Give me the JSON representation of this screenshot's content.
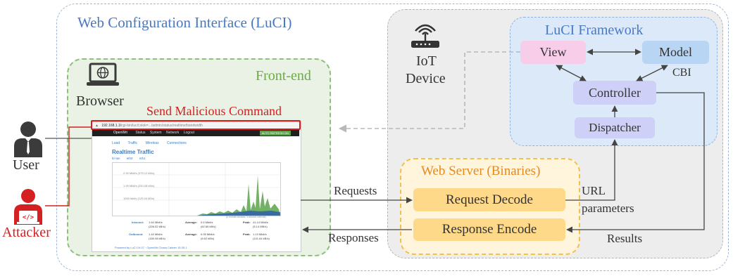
{
  "colors": {
    "outer_border": "#9fb6d8",
    "title_blue": "#4a78c2",
    "frontend_green": "#6aab44",
    "frontend_fill": "#e9f2e5",
    "iot_fill": "#ededed",
    "iot_border": "#b4b4b4",
    "luci_fill": "#dce9f8",
    "luci_border": "#8fb2e3",
    "web_fill": "#fff5dc",
    "web_border": "#f2c14a",
    "web_text": "#e58a1f",
    "view_fill": "#f8cdea",
    "model_fill": "#b9d5f4",
    "controller_fill": "#cfd0f7",
    "decode_fill": "#ffd98a",
    "attacker_red": "#d42020",
    "user_gray": "#3b3b3b",
    "openwrt_header": "#1f1f1f",
    "openwrt_blue": "#3a7cc2",
    "chart_green": "#5aa34a",
    "chart_blue": "#2f5fa8"
  },
  "titles": {
    "web_config": "Web Configuration Interface (LuCI)",
    "frontend": "Front-end",
    "browser": "Browser",
    "send_malicious": "Send Malicious Command",
    "iot_line1": "IoT",
    "iot_line2": "Device",
    "luci_framework": "LuCI Framework",
    "web_server": "Web Server (Binaries)"
  },
  "nodes": {
    "view": "View",
    "model": "Model",
    "cbi": "CBI",
    "controller": "Controller",
    "dispatcher": "Dispatcher",
    "request_decode": "Request Decode",
    "response_encode": "Response Encode"
  },
  "actors": {
    "user": "User",
    "attacker": "Attacker"
  },
  "flow_labels": {
    "requests": "Requests",
    "responses": "Responses",
    "url": "URL",
    "parameters": "parameters",
    "results": "Results"
  },
  "screenshot": {
    "url_prefix": "192.168.1.1/",
    "url_rest": "cgi-bin/luci/;stok=.../admin/status/realtime/bandwidth",
    "brand": "OpenWrt",
    "nav": [
      "Status",
      "System",
      "Network",
      "Logout"
    ],
    "badge": "AUTO REFRESH ON",
    "tabs": [
      "Load",
      "Traffic",
      "Wireless",
      "Connections"
    ],
    "heading": "Realtime Traffic",
    "subtabs": [
      "br-lan",
      "eth0",
      "eth1"
    ],
    "grid_labels": [
      "2.99 Mbit/s (375.12 kB/s)",
      "1.99 Mbit/s (250.08 kB/s)",
      "1000 kbit/s (125.04 kB/s)"
    ],
    "window_note": "(3 minute window, 3 second interval)",
    "stats": [
      {
        "label": "Inbound:",
        "v1": "1.64 Mbit/s",
        "v1b": "(206.52 kB/s)",
        "avg_label": "Average:",
        "a1": "0.5 Mbit/s",
        "a1b": "(62.66 kB/s)",
        "peak_label": "Peak:",
        "p1": "41.14 Mbit/s",
        "p1b": "(5.14 MB/s)"
      },
      {
        "label": "Outbound:",
        "v1": "1.44 Mbit/s",
        "v1b": "(180.08 kB/s)",
        "avg_label": "Average:",
        "a1": "0.05 Mbit/s",
        "a1b": "(6.62 kB/s)",
        "peak_label": "Peak:",
        "p1": "1.13 Mbit/s",
        "p1b": "(141.64 kB/s)"
      }
    ],
    "footer": "Powered by LuCI 19.07 · OpenWrt Chaos Calmer 15.05.1"
  }
}
